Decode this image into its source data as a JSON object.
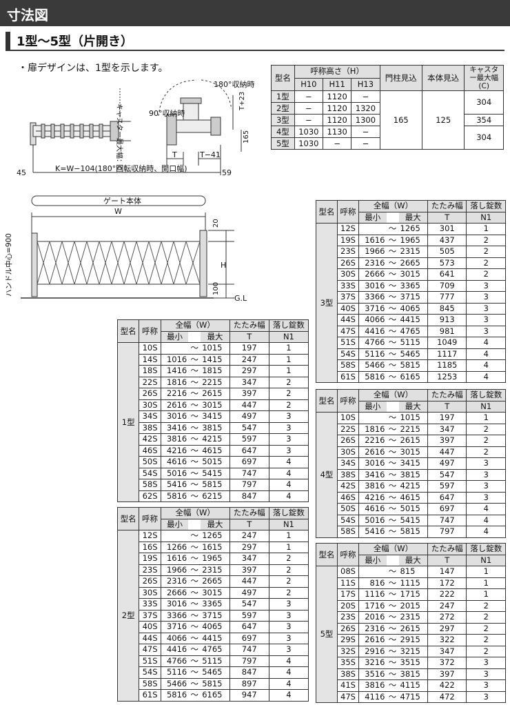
{
  "page": {
    "title": "寸法図",
    "section": "1型～5型（片開き）",
    "note": "・扉デザインは、1型を示します。"
  },
  "plan_diagram": {
    "caster_label": "キャスター最大幅：C",
    "label_90": "90°収納時",
    "label_180": "180°収納時",
    "label_t23": "T+23",
    "label_165": "165",
    "label_t": "T",
    "label_t41": "T−41",
    "label_45": "45",
    "label_k": "K=W−104(180°回転収納時、開口幅)",
    "label_59": "59"
  },
  "elevation_diagram": {
    "body_label": "ゲート本体",
    "w_label": "W",
    "handle_label": "ハンドル中心=900",
    "label_20": "20",
    "label_h": "H",
    "label_100": "100",
    "label_gl": "G.L"
  },
  "spec_table": {
    "headers": {
      "model": "型名",
      "nominal_height": "呼称高さ（H）",
      "h10": "H10",
      "h11": "H11",
      "h13": "H13",
      "post": "門柱見込",
      "body": "本体見込",
      "caster": "キャスター最大幅",
      "caster_unit": "(C)"
    },
    "rows": [
      {
        "model": "1型",
        "h10": "−",
        "h11": "1120",
        "h13": "−"
      },
      {
        "model": "2型",
        "h10": "−",
        "h11": "1120",
        "h13": "1320"
      },
      {
        "model": "3型",
        "h10": "−",
        "h11": "1120",
        "h13": "1300"
      },
      {
        "model": "4型",
        "h10": "1030",
        "h11": "1130",
        "h13": "−"
      },
      {
        "model": "5型",
        "h10": "1030",
        "h11": "−",
        "h13": "−"
      }
    ],
    "post_value": "165",
    "body_value": "125",
    "caster_values": [
      "304",
      "354",
      "304"
    ]
  },
  "list_headers": {
    "model": "型名",
    "name": "呼称",
    "width": "全幅（W）",
    "min": "最小",
    "max": "最大",
    "fold": "たたみ幅",
    "fold_unit": "T",
    "locks": "落し錠数",
    "locks_unit": "N1",
    "tilde": "～"
  },
  "type1": {
    "model": "1型",
    "rows": [
      [
        "10S",
        "",
        "1015",
        "197",
        "1"
      ],
      [
        "14S",
        "1016",
        "1415",
        "247",
        "1"
      ],
      [
        "18S",
        "1416",
        "1815",
        "297",
        "1"
      ],
      [
        "22S",
        "1816",
        "2215",
        "347",
        "2"
      ],
      [
        "26S",
        "2216",
        "2615",
        "397",
        "2"
      ],
      [
        "30S",
        "2616",
        "3015",
        "447",
        "2"
      ],
      [
        "34S",
        "3016",
        "3415",
        "497",
        "3"
      ],
      [
        "38S",
        "3416",
        "3815",
        "547",
        "3"
      ],
      [
        "42S",
        "3816",
        "4215",
        "597",
        "3"
      ],
      [
        "46S",
        "4216",
        "4615",
        "647",
        "3"
      ],
      [
        "50S",
        "4616",
        "5015",
        "697",
        "4"
      ],
      [
        "54S",
        "5016",
        "5415",
        "747",
        "4"
      ],
      [
        "58S",
        "5416",
        "5815",
        "797",
        "4"
      ],
      [
        "62S",
        "5816",
        "6215",
        "847",
        "4"
      ]
    ]
  },
  "type2": {
    "model": "2型",
    "rows": [
      [
        "12S",
        "",
        "1265",
        "247",
        "1"
      ],
      [
        "16S",
        "1266",
        "1615",
        "297",
        "1"
      ],
      [
        "19S",
        "1616",
        "1965",
        "347",
        "2"
      ],
      [
        "23S",
        "1966",
        "2315",
        "397",
        "2"
      ],
      [
        "26S",
        "2316",
        "2665",
        "447",
        "2"
      ],
      [
        "30S",
        "2666",
        "3015",
        "497",
        "2"
      ],
      [
        "33S",
        "3016",
        "3365",
        "547",
        "3"
      ],
      [
        "37S",
        "3366",
        "3715",
        "597",
        "3"
      ],
      [
        "40S",
        "3716",
        "4065",
        "647",
        "3"
      ],
      [
        "44S",
        "4066",
        "4415",
        "697",
        "3"
      ],
      [
        "47S",
        "4416",
        "4765",
        "747",
        "3"
      ],
      [
        "51S",
        "4766",
        "5115",
        "797",
        "4"
      ],
      [
        "54S",
        "5116",
        "5465",
        "847",
        "4"
      ],
      [
        "58S",
        "5466",
        "5815",
        "897",
        "4"
      ],
      [
        "61S",
        "5816",
        "6165",
        "947",
        "4"
      ]
    ]
  },
  "type3": {
    "model": "3型",
    "rows": [
      [
        "12S",
        "",
        "1265",
        "301",
        "1"
      ],
      [
        "19S",
        "1616",
        "1965",
        "437",
        "2"
      ],
      [
        "23S",
        "1966",
        "2315",
        "505",
        "2"
      ],
      [
        "26S",
        "2316",
        "2665",
        "573",
        "2"
      ],
      [
        "30S",
        "2666",
        "3015",
        "641",
        "2"
      ],
      [
        "33S",
        "3016",
        "3365",
        "709",
        "3"
      ],
      [
        "37S",
        "3366",
        "3715",
        "777",
        "3"
      ],
      [
        "40S",
        "3716",
        "4065",
        "845",
        "3"
      ],
      [
        "44S",
        "4066",
        "4415",
        "913",
        "3"
      ],
      [
        "47S",
        "4416",
        "4765",
        "981",
        "3"
      ],
      [
        "51S",
        "4766",
        "5115",
        "1049",
        "4"
      ],
      [
        "54S",
        "5116",
        "5465",
        "1117",
        "4"
      ],
      [
        "58S",
        "5466",
        "5815",
        "1185",
        "4"
      ],
      [
        "61S",
        "5816",
        "6165",
        "1253",
        "4"
      ]
    ]
  },
  "type4": {
    "model": "4型",
    "rows": [
      [
        "10S",
        "",
        "1015",
        "197",
        "1"
      ],
      [
        "22S",
        "1816",
        "2215",
        "347",
        "2"
      ],
      [
        "26S",
        "2216",
        "2615",
        "397",
        "2"
      ],
      [
        "30S",
        "2616",
        "3015",
        "447",
        "2"
      ],
      [
        "34S",
        "3016",
        "3415",
        "497",
        "3"
      ],
      [
        "38S",
        "3416",
        "3815",
        "547",
        "3"
      ],
      [
        "42S",
        "3816",
        "4215",
        "597",
        "3"
      ],
      [
        "46S",
        "4216",
        "4615",
        "647",
        "3"
      ],
      [
        "50S",
        "4616",
        "5015",
        "697",
        "4"
      ],
      [
        "54S",
        "5016",
        "5415",
        "747",
        "4"
      ],
      [
        "58S",
        "5416",
        "5815",
        "797",
        "4"
      ]
    ]
  },
  "type5": {
    "model": "5型",
    "rows": [
      [
        "08S",
        "",
        "815",
        "147",
        "1"
      ],
      [
        "11S",
        "816",
        "1115",
        "172",
        "1"
      ],
      [
        "17S",
        "1116",
        "1715",
        "222",
        "1"
      ],
      [
        "20S",
        "1716",
        "2015",
        "247",
        "2"
      ],
      [
        "23S",
        "2016",
        "2315",
        "272",
        "2"
      ],
      [
        "26S",
        "2316",
        "2615",
        "297",
        "2"
      ],
      [
        "29S",
        "2616",
        "2915",
        "322",
        "2"
      ],
      [
        "32S",
        "2916",
        "3215",
        "347",
        "2"
      ],
      [
        "35S",
        "3216",
        "3515",
        "372",
        "3"
      ],
      [
        "38S",
        "3516",
        "3815",
        "397",
        "3"
      ],
      [
        "41S",
        "3816",
        "4115",
        "422",
        "3"
      ],
      [
        "47S",
        "4116",
        "4715",
        "472",
        "3"
      ]
    ]
  }
}
